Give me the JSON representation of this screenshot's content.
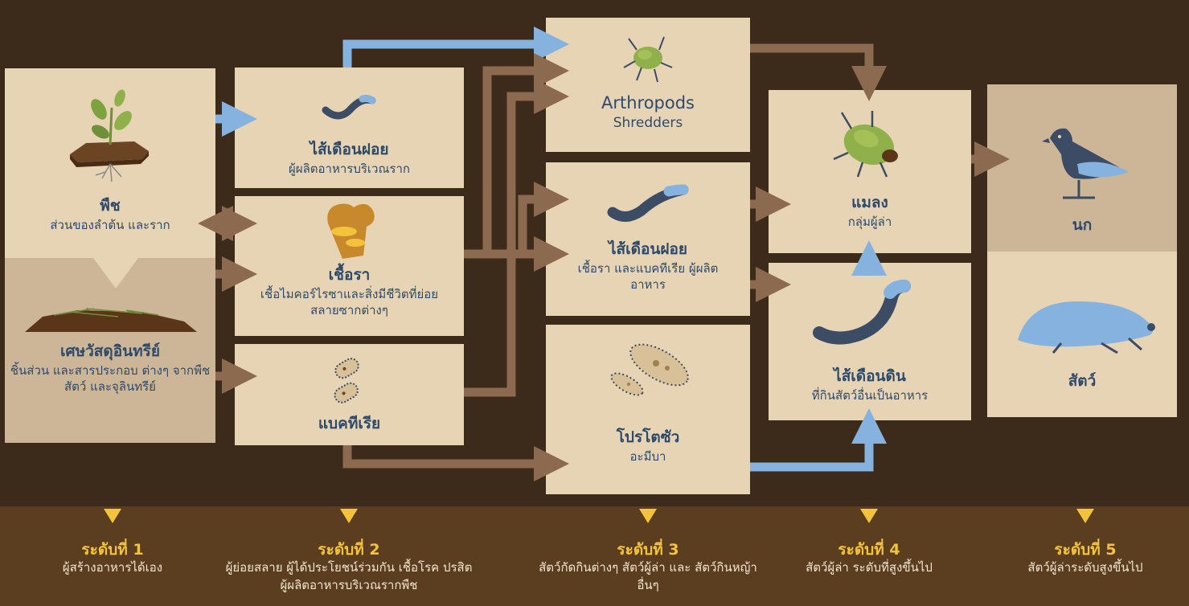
{
  "nodes": {
    "plant": {
      "title": "พืช",
      "desc": "ส่วนของลำต้น และราก",
      "icon": "plant-icon"
    },
    "organic": {
      "title": "เศษวัสดุอินทรีย์",
      "desc": "ชิ้นส่วน และสารประกอบ ต่างๆ จากพืช สัตว์ และจุลินทรีย์",
      "icon": "organic-matter-icon"
    },
    "nematode_root": {
      "title": "ไส้เดือนฝอย",
      "desc": "ผู้ผลิตอาหารบริเวณราก",
      "icon": "nematode-icon"
    },
    "fungi": {
      "title": "เชื้อรา",
      "desc": "เชื้อไมคอร์ไรซาและสิ่งมีชีวิตที่ย่อย สลายซากต่างๆ",
      "icon": "fungi-icon"
    },
    "bacteria": {
      "title": "แบคทีเรีย",
      "desc": "",
      "icon": "bacteria-icon"
    },
    "arthropods": {
      "title": "Arthropods",
      "desc": "Shredders",
      "icon": "beetle-icon"
    },
    "nematode_fb": {
      "title": "ไส้เดือนฝอย",
      "desc": "เชื้อรา และแบคทีเรีย ผู้ผลิต อาหาร",
      "icon": "nematode-icon"
    },
    "protozoa": {
      "title": "โปรโตซัว",
      "desc": "อะมีบา",
      "icon": "protozoa-icon"
    },
    "insects": {
      "title": "แมลง",
      "desc": "กลุ่มผู้ล่า",
      "icon": "beetle-icon"
    },
    "earthworm": {
      "title": "ไส้เดือนดิน",
      "desc": "ที่กินสัตว์อื่นเป็นอาหาร",
      "icon": "earthworm-icon"
    },
    "bird": {
      "title": "นก",
      "desc": "",
      "icon": "bird-icon"
    },
    "animal": {
      "title": "สัตว์",
      "desc": "",
      "icon": "mole-icon"
    }
  },
  "levels": [
    {
      "title": "ระดับที่ 1",
      "desc": "ผู้สร้างอาหารได้เอง"
    },
    {
      "title": "ระดับที่ 2",
      "desc": "ผู้ย่อยสลาย ผู้ได้ประโยชน์ร่วมกัน เชื้อโรค ปรสิต ผู้ผลิตอาหารบริเวณรากพืช"
    },
    {
      "title": "ระดับที่ 3",
      "desc": "สัตว์กัดกินต่างๆ สัตว์ผู้ล่า และ สัตว์กินหญ้าอื่นๆ"
    },
    {
      "title": "ระดับที่ 4",
      "desc": "สัตว์ผู้ล่า ระดับที่สูงขึ้นไป"
    },
    {
      "title": "ระดับที่ 5",
      "desc": "สัตว์ผู้ล่าระดับสูงขึ้นไป"
    }
  ],
  "colors": {
    "background": "#3c2a1a",
    "box": "#e7d4b5",
    "box_dark": "#cdb597",
    "text": "#2e4a6b",
    "arrow_brown": "#8b6a4f",
    "arrow_blue": "#85b2de",
    "accent": "#f4c33c",
    "footer": "#5b3e1f"
  }
}
